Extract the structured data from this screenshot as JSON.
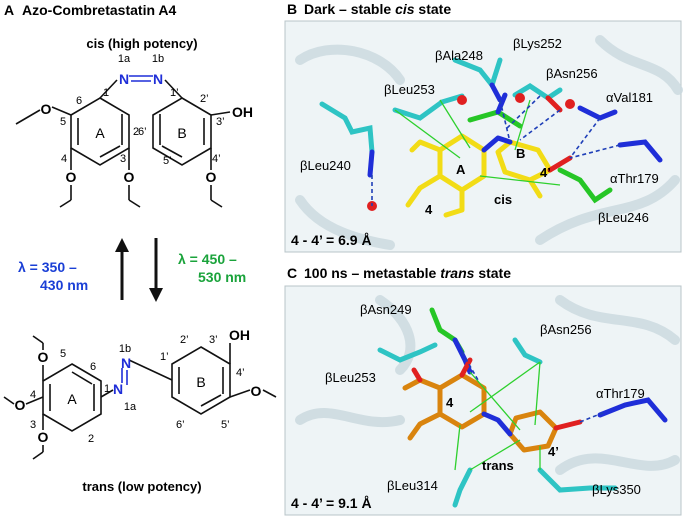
{
  "panel_a": {
    "letter": "A",
    "title": "Azo-Combretastatin A4",
    "cis": {
      "caption": "cis (high potency)",
      "n1a": "1a",
      "n1b": "1b",
      "N": "N",
      "ringA": "A",
      "ringB": "B",
      "OH": "OH",
      "pos": [
        "1",
        "2",
        "3",
        "4",
        "5",
        "6",
        "1’",
        "2’",
        "3’",
        "4’",
        "5’",
        "6’"
      ]
    },
    "trans": {
      "caption": "trans (low potency)",
      "n1a": "1a",
      "n1b": "1b",
      "N": "N",
      "ringA": "A",
      "ringB": "B",
      "OH": "OH",
      "pos": [
        "1",
        "2",
        "3",
        "4",
        "5",
        "6",
        "1’",
        "2’",
        "3’",
        "4’",
        "5’",
        "6’"
      ]
    },
    "uv": {
      "line1": "λ = 350 –",
      "line2": "430 nm",
      "color": "#1a3fd6"
    },
    "vis": {
      "line1": "λ = 450 –",
      "line2": "530 nm",
      "color": "#1aa33b"
    }
  },
  "panel_b": {
    "letter": "B",
    "title": "Dark – stable",
    "title_italic": "cis",
    "title_end": "state",
    "distance": "4 - 4’ = 6.9 Å",
    "labels": {
      "ala248": "βAla248",
      "lys252": "βLys252",
      "leu253": "βLeu253",
      "asn256": "βAsn256",
      "val181": "αVal181",
      "leu240": "βLeu240",
      "thr179": "αThr179",
      "leu246": "βLeu246",
      "ringA": "A",
      "ringB": "B",
      "pos4": "4",
      "pos4p": "4’",
      "state": "cis"
    }
  },
  "panel_c": {
    "letter": "C",
    "title": "100 ns – metastable",
    "title_italic": "trans",
    "title_end": "state",
    "distance": "4 - 4’ = 9.1 Å",
    "labels": {
      "asn249": "βAsn249",
      "asn256": "βAsn256",
      "leu253": "βLeu253",
      "thr179": "αThr179",
      "leu314": "βLeu314",
      "lys350": "βLys350",
      "pos4": "4",
      "pos4p": "4’",
      "state": "trans"
    }
  },
  "colors": {
    "cyan": "#2ec4c4",
    "blue": "#1f2ed8",
    "yellow": "#f2dc16",
    "orange": "#d9840e",
    "green_chain": "#26c626",
    "red": "#e02020",
    "hbond": "#1f3fb8",
    "contact": "#2ed02e",
    "bg_protein": "#e6eef1"
  }
}
